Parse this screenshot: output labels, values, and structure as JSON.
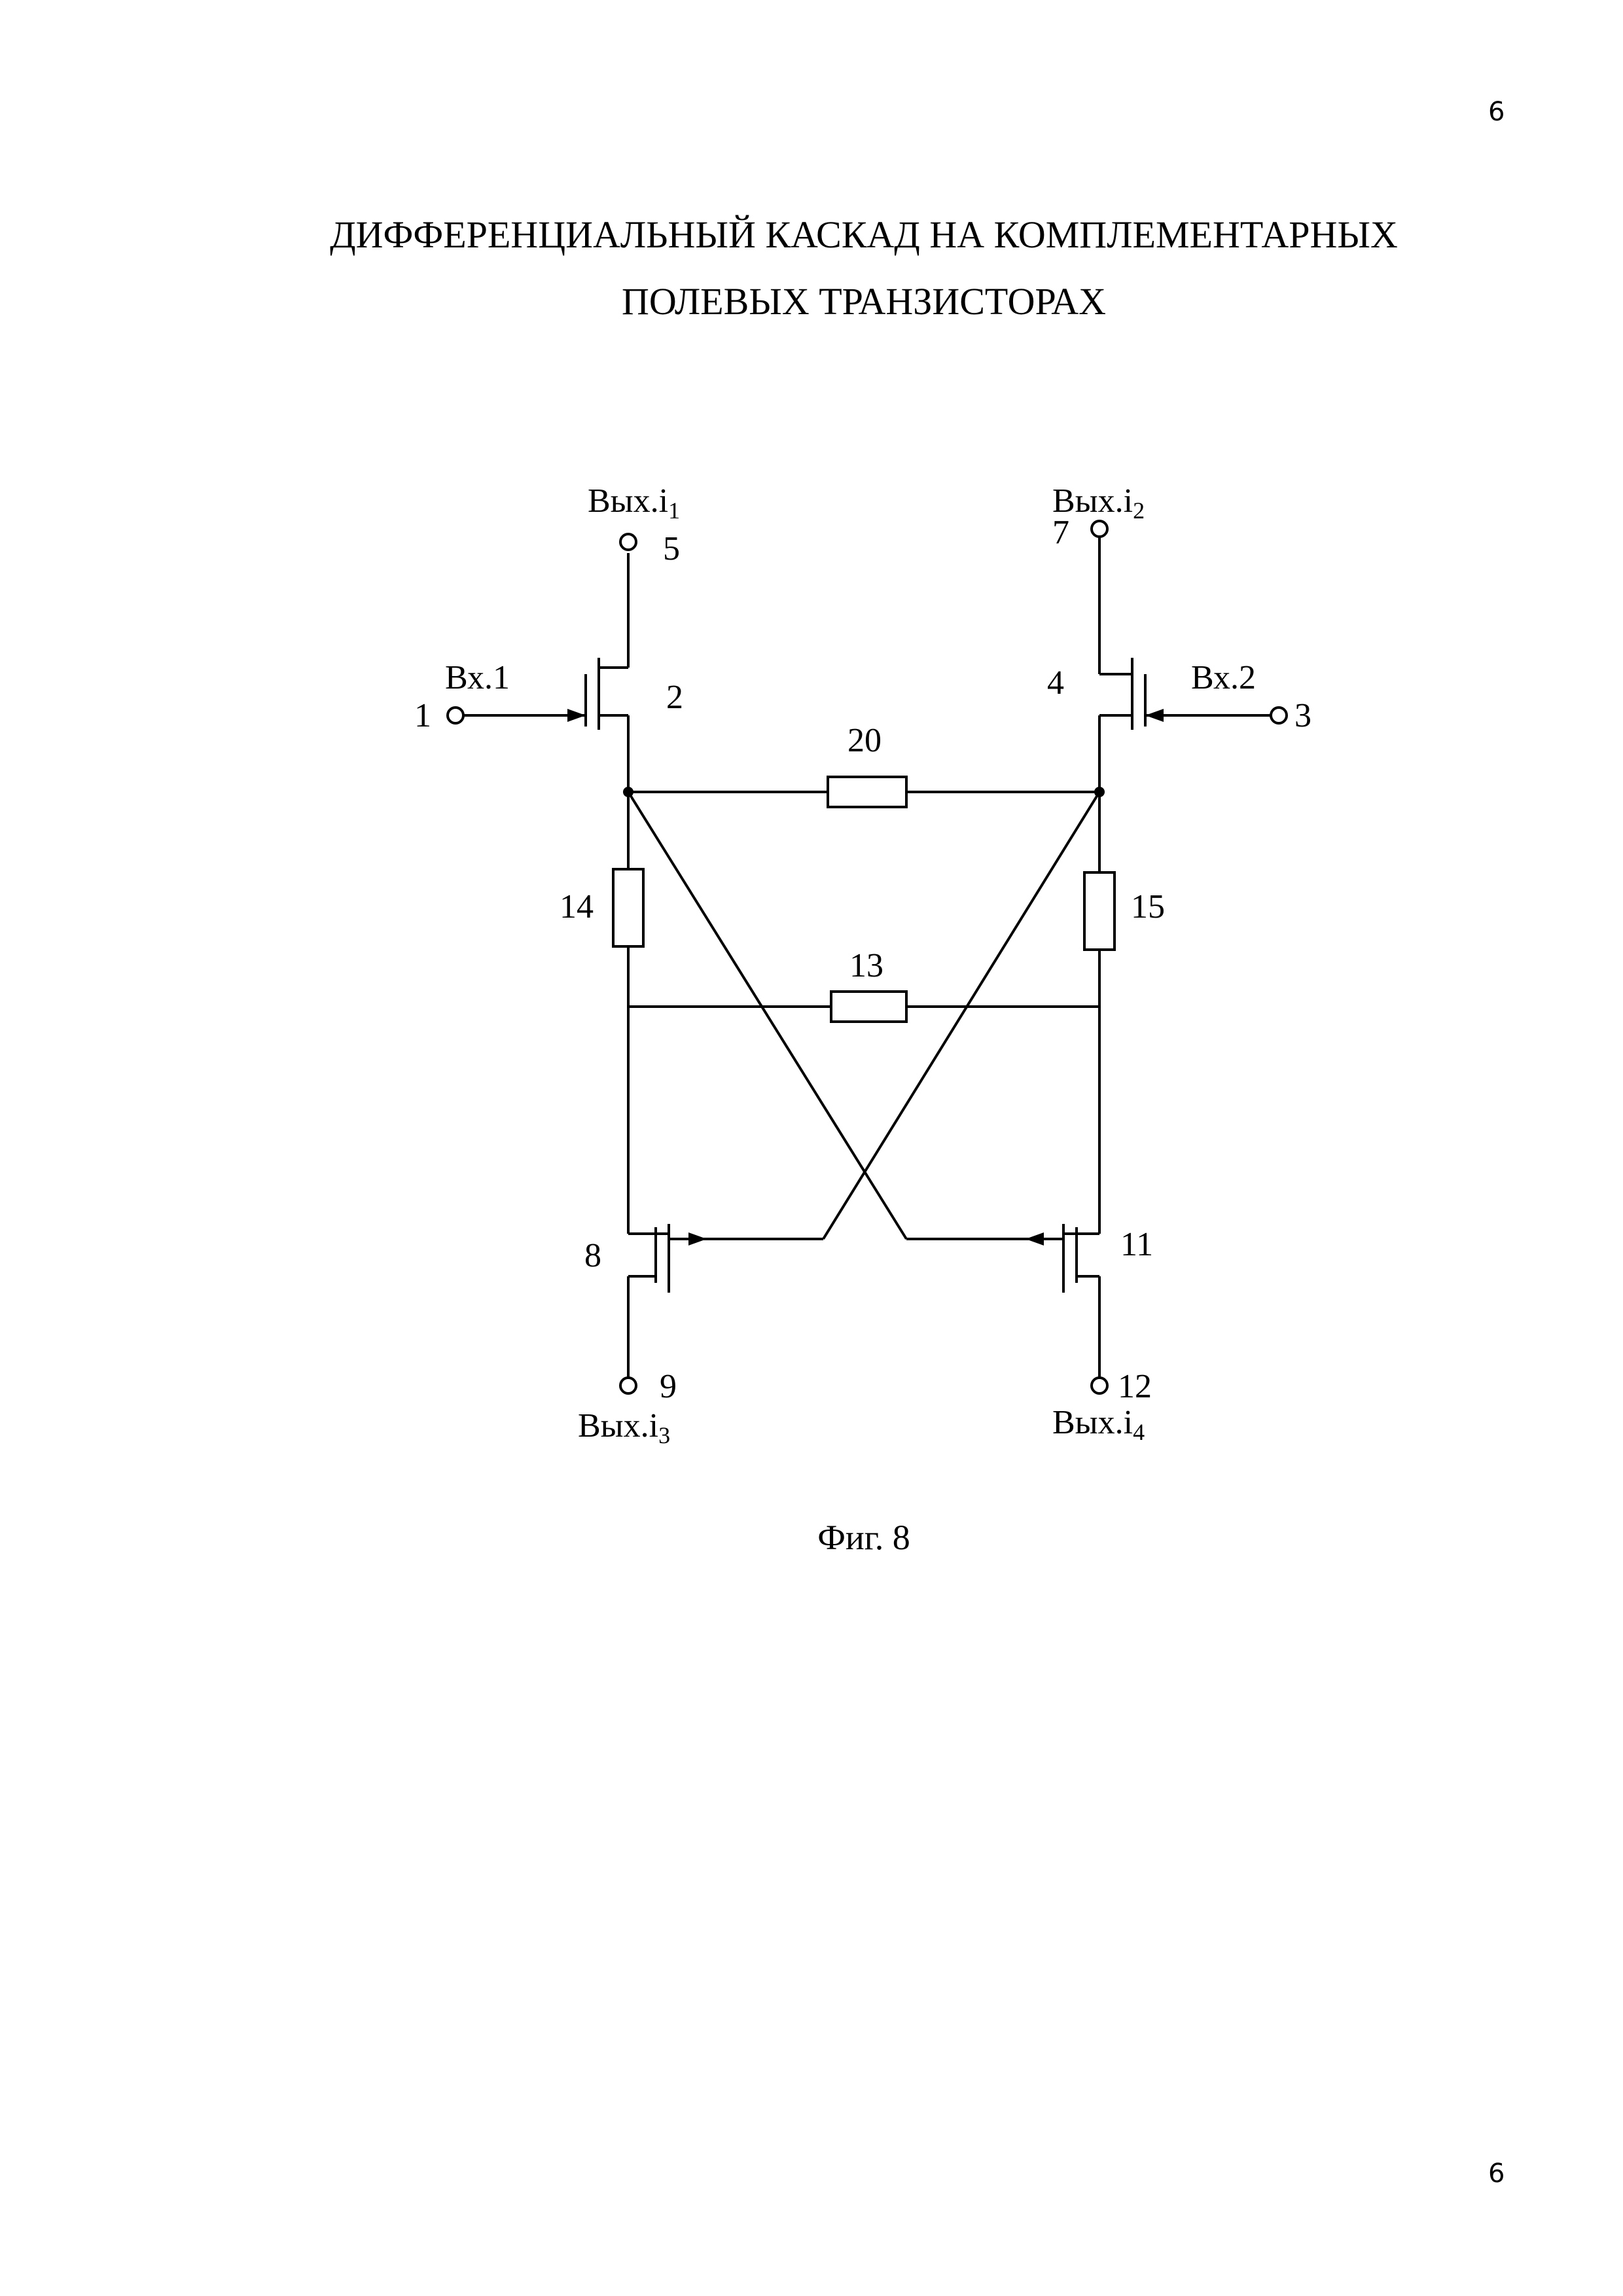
{
  "page_number": "6",
  "title": {
    "line1": "ДИФФЕРЕНЦИАЛЬНЫЙ КАСКАД НА КОМПЛЕМЕНТАРНЫХ",
    "line2": "ПОЛЕВЫХ ТРАНЗИСТОРАХ"
  },
  "diagram": {
    "out1": {
      "prefix": "Вых.i",
      "index": "1",
      "node": "5"
    },
    "out2": {
      "prefix": "Вых.i",
      "index": "2",
      "node": "7"
    },
    "out3": {
      "prefix": "Вых.i",
      "index": "3",
      "node": "9"
    },
    "out4": {
      "prefix": "Вых.i",
      "index": "4",
      "node": "12"
    },
    "in1": {
      "label": "Вх.1",
      "node": "1"
    },
    "in2": {
      "label": "Вх.2",
      "node": "3"
    },
    "transistors": {
      "t2": "2",
      "t4": "4",
      "t8": "8",
      "t11": "11"
    },
    "resistors": {
      "r20": "20",
      "r14": "14",
      "r15": "15",
      "r13": "13"
    }
  },
  "caption": "Фиг. 8"
}
